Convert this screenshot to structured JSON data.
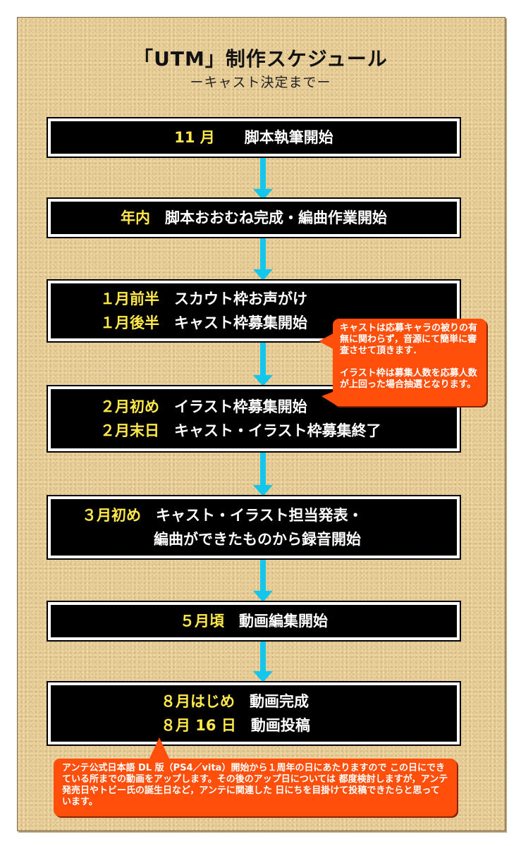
{
  "header": {
    "title": "「UTM」制作スケジュール",
    "subtitle": "ーキャスト決定までー"
  },
  "steps": [
    {
      "lines": [
        {
          "date": "11 月",
          "text": "脚本執筆開始"
        }
      ]
    },
    {
      "lines": [
        {
          "date": "年内",
          "text": "脚本おおむね完成・編曲作業開始"
        }
      ]
    },
    {
      "lines": [
        {
          "date": "１月前半",
          "text": "スカウト枠お声がけ"
        },
        {
          "date": "１月後半",
          "text": "キャスト枠募集開始"
        }
      ]
    },
    {
      "lines": [
        {
          "date": "２月初め",
          "text": "イラスト枠募集開始"
        },
        {
          "date": "２月末日",
          "text": "キャスト・イラスト枠募集終了"
        }
      ]
    },
    {
      "lines": [
        {
          "date": "３月初め",
          "text": "キャスト・イラスト担当発表・"
        },
        {
          "date": "",
          "text": "編曲ができたものから録音開始"
        }
      ]
    },
    {
      "lines": [
        {
          "date": "５月頃",
          "text": "動画編集開始"
        }
      ]
    },
    {
      "lines": [
        {
          "date": "８月はじめ",
          "text": "動画完成"
        },
        {
          "date": "８月 16 日",
          "text": "動画投稿"
        }
      ]
    }
  ],
  "notes": {
    "cast_note_1": "キャストは応募キャラの被りの有無に関わらず，音源にて簡単に審査させて頂きます．",
    "cast_note_2": "イラスト枠は募集人数を応募人数が上回った場合抽選となります。",
    "bottom_note": "アンテ公式日本語 DL 版（PS4／vita）開始から１周年の日にあたりますので この日にできている所までの動画をアップします。その後のアップ日については 都度検討しますが，アンテ発売日やトビー氏の誕生日など，アンテに関連した 日にちを目掛けて投稿できたらと思っています。"
  },
  "colors": {
    "box_bg": "#000000",
    "date_text": "#ffe94a",
    "arrow": "#13c6ec",
    "note_bg": "#ff4f0a",
    "paper": "#e9cf9a"
  }
}
